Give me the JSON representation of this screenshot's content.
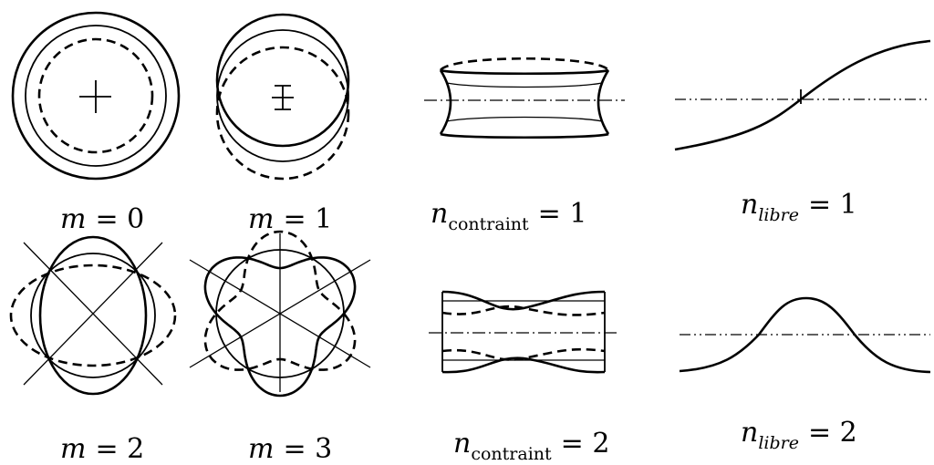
{
  "modes": {
    "m0": {
      "var": "m",
      "eq": "= 0"
    },
    "m1": {
      "var": "m",
      "eq": "= 1"
    },
    "m2": {
      "var": "m",
      "eq": "= 2"
    },
    "m3": {
      "var": "m",
      "eq": "= 3"
    },
    "nc1": {
      "var": "n",
      "sub": "contraint",
      "eq": "= 1"
    },
    "nc2": {
      "var": "n",
      "sub": "contraint",
      "eq": "= 2"
    },
    "nl1": {
      "var": "n",
      "sub": "libre",
      "eq": "= 1"
    },
    "nl2": {
      "var": "n",
      "sub": "libre",
      "eq": "= 2"
    }
  },
  "style": {
    "stroke": "#000000",
    "background": "#ffffff"
  }
}
